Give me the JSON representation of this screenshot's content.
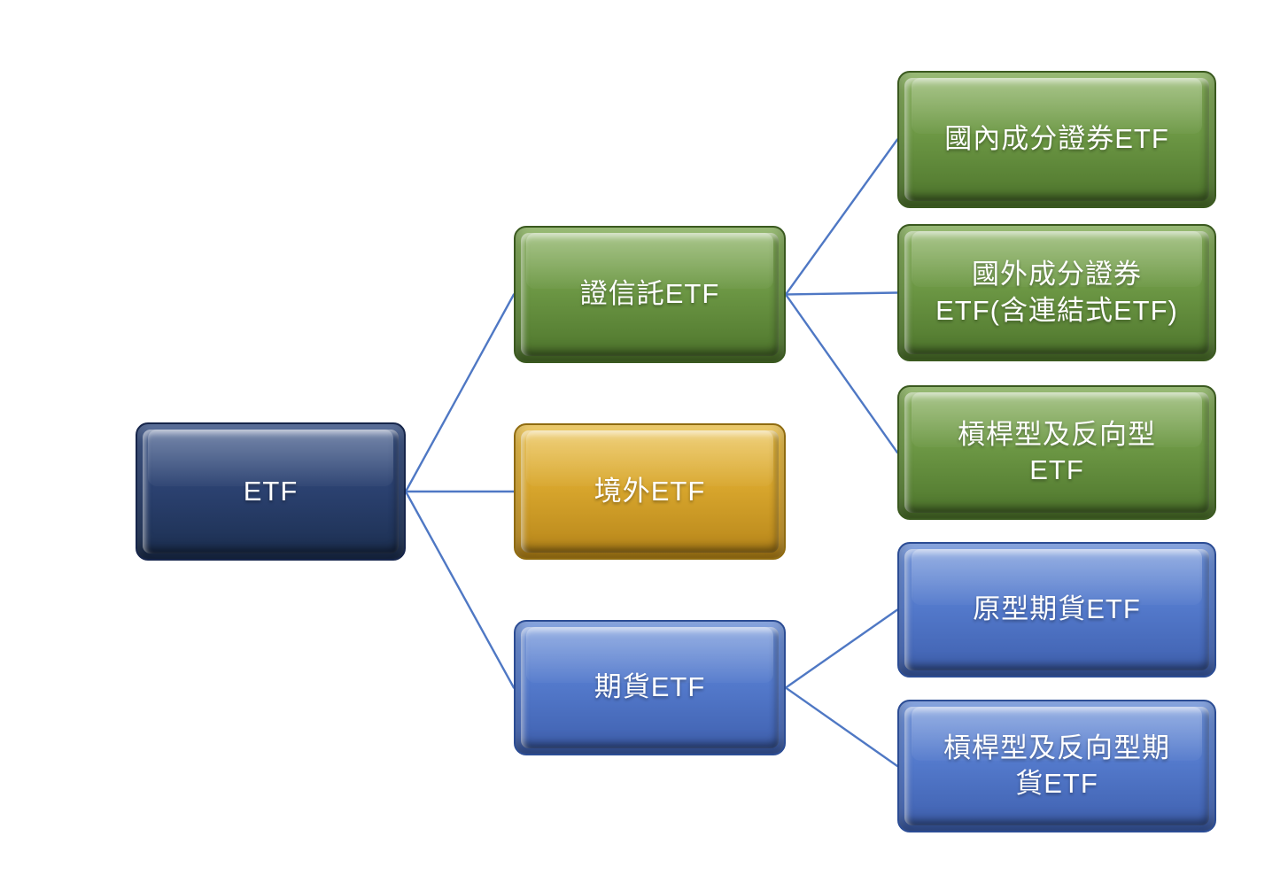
{
  "diagram": {
    "type": "tree",
    "connector_color": "#4f78c4",
    "connector_width": 2.4,
    "palette": {
      "navy": "#2b4170",
      "green": "#6d9845",
      "gold": "#d7a52c",
      "blue": "#5379cb"
    },
    "nodes": [
      {
        "id": "etf",
        "label": "ETF",
        "color": "navy",
        "parent": null
      },
      {
        "id": "sitc-etf",
        "label": "證信託ETF",
        "color": "green",
        "parent": "etf"
      },
      {
        "id": "offshore-etf",
        "label": "境外ETF",
        "color": "gold",
        "parent": "etf"
      },
      {
        "id": "futures-etf",
        "label": "期貨ETF",
        "color": "blue",
        "parent": "etf"
      },
      {
        "id": "domestic-component-etf",
        "label": "國內成分證券ETF",
        "color": "green",
        "parent": "sitc-etf"
      },
      {
        "id": "foreign-component-etf",
        "label": "國外成分證券\nETF(含連結式ETF)",
        "color": "green",
        "parent": "sitc-etf"
      },
      {
        "id": "leveraged-inverse-etf",
        "label": "槓桿型及反向型\nETF",
        "color": "green",
        "parent": "sitc-etf"
      },
      {
        "id": "plain-futures-etf",
        "label": "原型期貨ETF",
        "color": "blue",
        "parent": "futures-etf"
      },
      {
        "id": "leveraged-inverse-futures-etf",
        "label": "槓桿型及反向型期\n貨ETF",
        "color": "blue",
        "parent": "futures-etf"
      }
    ]
  }
}
